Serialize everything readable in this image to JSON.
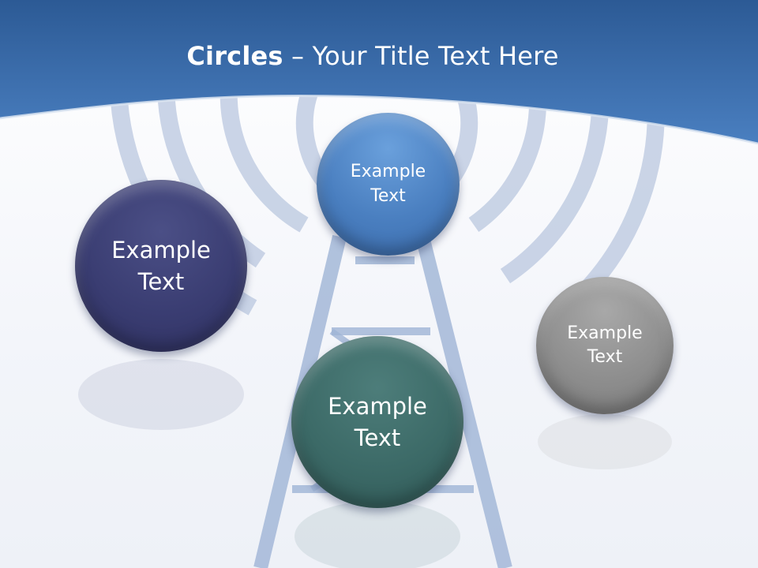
{
  "title": {
    "bold": "Circles",
    "rest": " – Your Title Text Here"
  },
  "circles": [
    {
      "label_1": "Example",
      "label_2": "Text",
      "color": "#3a3d72"
    },
    {
      "label_1": "Example",
      "label_2": "Text",
      "color": "#4a7fc0"
    },
    {
      "label_1": "Example",
      "label_2": "Text",
      "color": "#3c6a67"
    },
    {
      "label_1": "Example",
      "label_2": "Text",
      "color": "#8e8e8e"
    }
  ],
  "colors": {
    "header": "#3a6fb0",
    "arcs": "#b8c6de"
  }
}
